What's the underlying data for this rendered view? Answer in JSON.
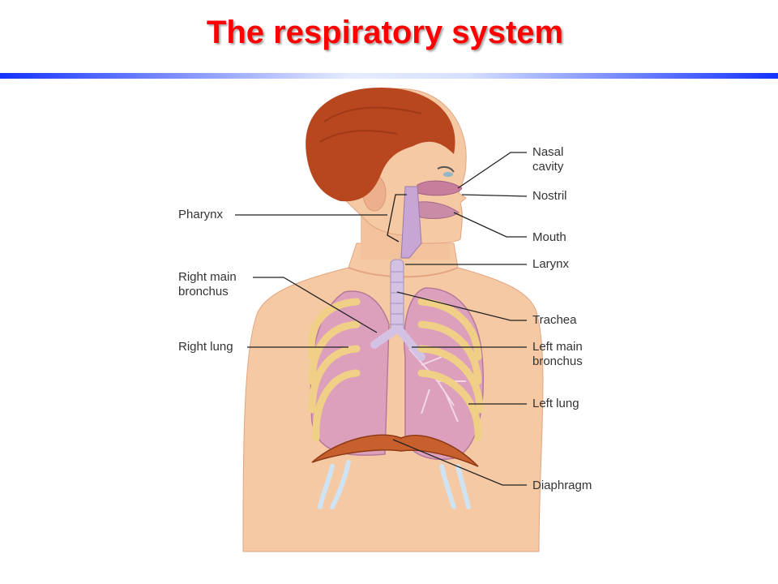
{
  "title": "The respiratory system",
  "colors": {
    "title": "#ff0000",
    "rule_dark": "#1432ff",
    "rule_light": "#e6ecff",
    "label_text": "#333333",
    "leader_line": "#222222",
    "skin": "#f5c9a4",
    "skin_shadow": "#e9a883",
    "hair": "#b8461e",
    "lung": "#d99ab8",
    "airway": "#c8a8d8",
    "rib": "#f3d58e",
    "diaphragm": "#c8602e"
  },
  "labels": {
    "left": {
      "pharynx": "Pharynx",
      "right_main_bronchus": "Right main\nbronchus",
      "right_lung": "Right lung"
    },
    "right": {
      "nasal_cavity": "Nasal\ncavity",
      "nostril": "Nostril",
      "mouth": "Mouth",
      "larynx": "Larynx",
      "trachea": "Trachea",
      "left_main_bronchus": "Left main\nbronchus",
      "left_lung": "Left lung",
      "diaphragm": "Diaphragm"
    }
  }
}
